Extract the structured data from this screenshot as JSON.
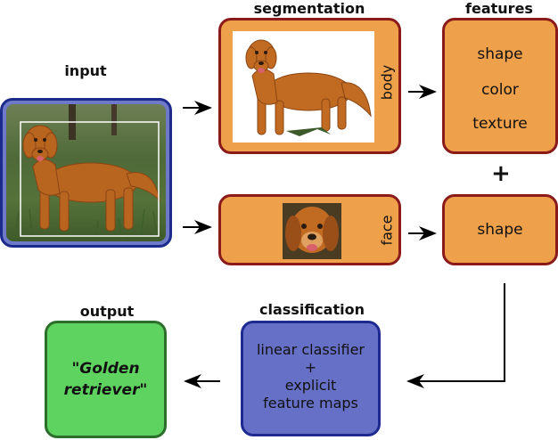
{
  "headings": {
    "input": "input",
    "segmentation": "segmentation",
    "features": "features",
    "classification": "classification",
    "output": "output"
  },
  "segmentation": {
    "body_label": "body",
    "face_label": "face"
  },
  "features": {
    "body": [
      "shape",
      "color",
      "texture"
    ],
    "face": "shape",
    "plus": "+"
  },
  "classification": {
    "line1": "linear classifier",
    "line2": "+",
    "line3": "explicit",
    "line4": "feature maps"
  },
  "output": {
    "line1": "\"Golden",
    "line2": "retriever\""
  },
  "colors": {
    "segment_fill": "#eea04a",
    "segment_border": "#8b1a1a",
    "input_border": "#1c2a8c",
    "classifier_fill": "#6670c6",
    "output_fill": "#5fd35f",
    "output_border": "#2c6e2c"
  }
}
